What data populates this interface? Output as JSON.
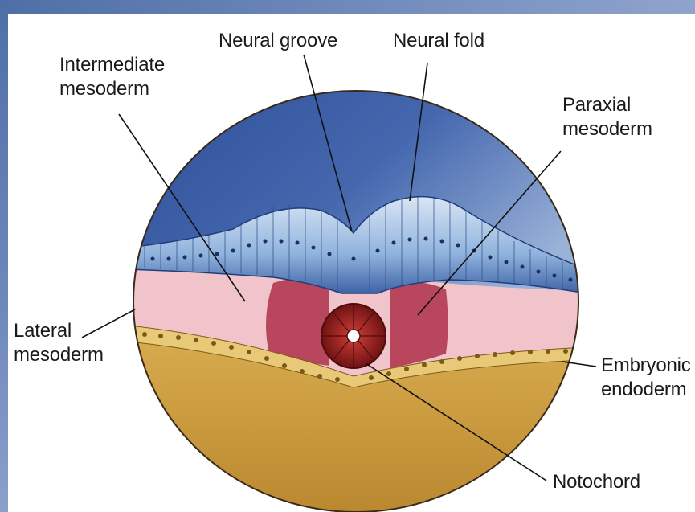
{
  "labels": {
    "neural_groove": "Neural groove",
    "neural_fold": "Neural fold",
    "intermediate_mesoderm": [
      "Intermediate",
      "mesoderm"
    ],
    "paraxial_mesoderm": [
      "Paraxial",
      "mesoderm"
    ],
    "lateral_mesoderm": [
      "Lateral",
      "mesoderm"
    ],
    "embryonic_endoderm": [
      "Embryonic",
      "endoderm"
    ],
    "notochord": "Notochord"
  },
  "colors": {
    "amniotic_cavity": "#3f62a8",
    "ectoderm": "#8fb2dc",
    "mesoderm": "#f1c3cb",
    "paraxial_block": "#b8465c",
    "notochord": "#8e1d1d",
    "endoderm": "#e8c978",
    "yolk_sac": "#c99a3a",
    "frame": "#5a78ad"
  }
}
